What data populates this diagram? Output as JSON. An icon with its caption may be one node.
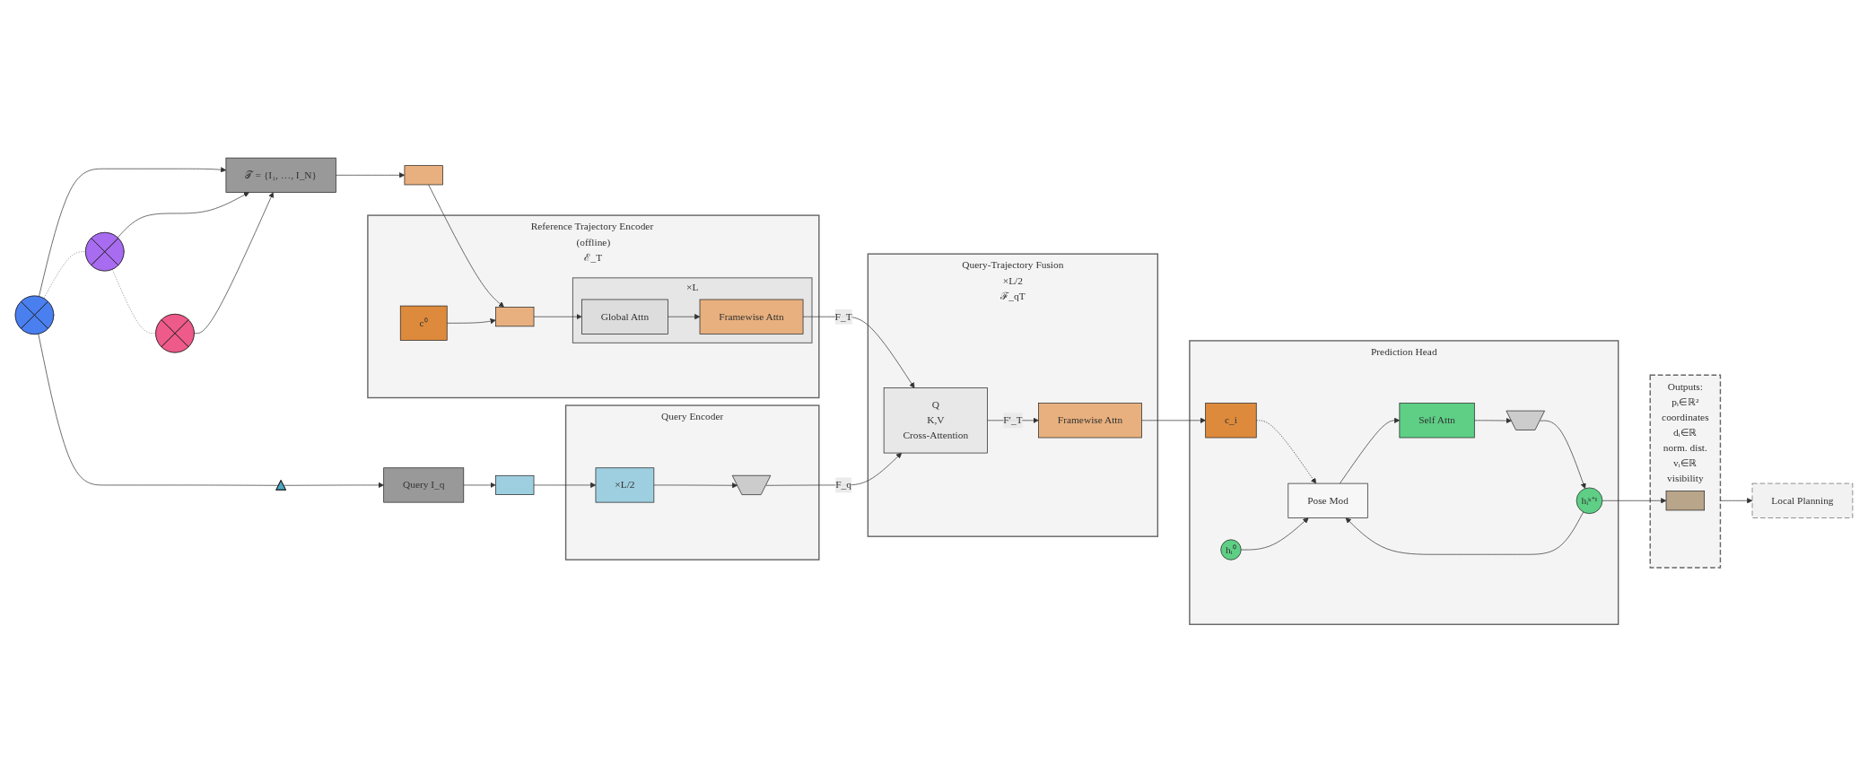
{
  "diagram": {
    "nodes": [
      {
        "text": [
          "𝒯 = {I₁, …, I_N}"
        ]
      },
      {
        "text": [],
        "shape": "cross"
      },
      {
        "text": [],
        "shape": "cross"
      },
      {
        "text": [],
        "shape": "cross"
      },
      {
        "text": [],
        "shape": "triangle"
      },
      {
        "text": [
          "Query I_q"
        ]
      },
      {
        "text": [],
        "shape": "bar"
      },
      {
        "text": [
          "Reference Trajectory Encoder (offline)",
          "ℰ_T"
        ]
      },
      {
        "text": [
          "c⁰"
        ],
        "in": 7
      },
      {
        "text": [],
        "shape": "bar",
        "in": 7
      },
      {
        "text": [
          "×L"
        ],
        "in": 7
      },
      {
        "text": [
          "Global Attn"
        ],
        "in": 10
      },
      {
        "text": [
          "Framewise Attn"
        ],
        "in": 10
      },
      {
        "text": [],
        "shape": "bar"
      },
      {
        "text": [
          "Query Encoder"
        ]
      },
      {
        "text": [
          "×L/2"
        ],
        "in": 14
      },
      {
        "text": [],
        "shape": "trapezoid",
        "in": 14
      },
      {
        "text": [
          "Query-Trajectory Fusion",
          "×L/2",
          "ℱ_qT"
        ]
      },
      {
        "text": [
          "Q",
          "K,V",
          "Cross-Attention"
        ],
        "in": 17
      },
      {
        "text": [
          "Framewise Attn"
        ],
        "in": 17
      },
      {
        "text": [
          "Prediction Head"
        ]
      },
      {
        "text": [
          "c_i"
        ],
        "in": 20
      },
      {
        "text": [
          "hᵢ⁰"
        ],
        "in": 20
      },
      {
        "text": [
          "Pose Mod"
        ],
        "in": 20
      },
      {
        "text": [
          "Self Attn"
        ],
        "in": 20
      },
      {
        "text": [],
        "shape": "trapezoid",
        "in": 20
      },
      {
        "text": [
          "hᵢᵏ⁺¹"
        ],
        "in": 20
      },
      {
        "text": [
          "Outputs:",
          "pᵢ∈ℝ²",
          "coordinates",
          "dᵢ∈ℝ",
          "norm. dist.",
          "vᵢ∈ℝ",
          "visibility"
        ]
      },
      {
        "text": [],
        "shape": "box",
        "in": 27
      },
      {
        "text": [
          "Local Planning"
        ]
      }
    ],
    "edges": [
      {
        "from": 1,
        "to": 2,
        "arrow": "none",
        "style": "dashed",
        "color": "#888888"
      },
      {
        "from": 2,
        "to": 3,
        "arrow": "none",
        "style": "dashed",
        "color": "#888888"
      },
      {
        "from": 1,
        "to": 0,
        "arrow": "to"
      },
      {
        "from": 2,
        "to": 0,
        "arrow": "to"
      },
      {
        "from": 3,
        "to": 0,
        "arrow": "to"
      },
      {
        "from": 1,
        "to": 4,
        "arrow": "none"
      },
      {
        "from": 4,
        "to": 5,
        "arrow": "to"
      },
      {
        "from": 0,
        "to": 6,
        "arrow": "to"
      },
      {
        "from": 6,
        "to": 9,
        "arrow": "to"
      },
      {
        "from": 8,
        "to": 9,
        "arrow": "to"
      },
      {
        "from": 9,
        "to": 11,
        "arrow": "to"
      },
      {
        "from": 11,
        "to": 12,
        "arrow": "to"
      },
      {
        "from": 12,
        "to": 18,
        "label": "F_T",
        "arrow": "to"
      },
      {
        "from": 5,
        "to": 13,
        "arrow": "to"
      },
      {
        "from": 13,
        "to": 15,
        "arrow": "to"
      },
      {
        "from": 15,
        "to": 16,
        "arrow": "to"
      },
      {
        "from": 16,
        "to": 18,
        "label": "F_q",
        "arrow": "to"
      },
      {
        "from": 18,
        "to": 19,
        "label": "F′_T",
        "arrow": "to"
      },
      {
        "from": 19,
        "to": 21,
        "arrow": "to"
      },
      {
        "from": 21,
        "to": 23,
        "arrow": "to",
        "style": "dashed"
      },
      {
        "from": 22,
        "to": 23,
        "arrow": "to"
      },
      {
        "from": 23,
        "to": 24,
        "arrow": "to"
      },
      {
        "from": 24,
        "to": 25,
        "arrow": "to"
      },
      {
        "from": 25,
        "to": 26,
        "arrow": "to"
      },
      {
        "from": 26,
        "to": 23,
        "arrow": "to"
      },
      {
        "from": 26,
        "to": 28,
        "arrow": "to"
      },
      {
        "from": 27,
        "to": 29,
        "arrow": "to"
      }
    ]
  }
}
